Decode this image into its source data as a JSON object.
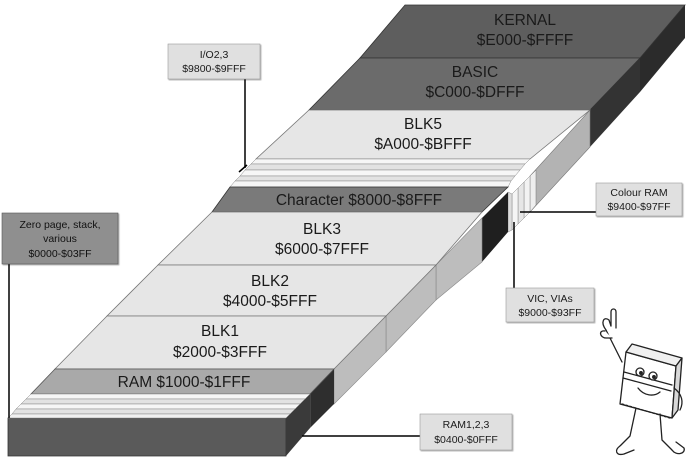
{
  "diagram": {
    "blocks": {
      "kernal": {
        "name": "KERNAL",
        "range": "$E000-$FFFF"
      },
      "basic": {
        "name": "BASIC",
        "range": "$C000-$DFFF"
      },
      "blk5": {
        "name": "BLK5",
        "range": "$A000-$BFFF"
      },
      "character": {
        "label": "Character $8000-$8FFF"
      },
      "blk3": {
        "name": "BLK3",
        "range": "$6000-$7FFF"
      },
      "blk2": {
        "name": "BLK2",
        "range": "$4000-$5FFF"
      },
      "blk1": {
        "name": "BLK1",
        "range": "$2000-$3FFF"
      },
      "ram": {
        "label": "RAM $1000-$1FFF"
      }
    },
    "callouts": {
      "io23": {
        "name": "I/O2,3",
        "range": "$9800-$9FFF"
      },
      "colour_ram": {
        "name": "Colour RAM",
        "range": "$9400-$97FF"
      },
      "vic_vias": {
        "name": "VIC, VIAs",
        "range": "$9000-$93FF"
      },
      "ram123": {
        "name": "RAM1,2,3",
        "range": "$0400-$0FFF"
      },
      "zero_page": {
        "line1": "Zero page, stack,",
        "line2": "various",
        "range": "$0000-$03FF"
      }
    }
  }
}
